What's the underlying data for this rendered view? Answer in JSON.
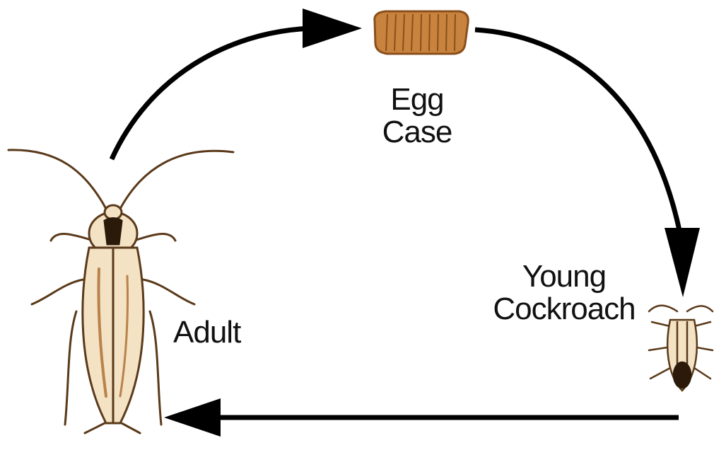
{
  "diagram": {
    "stages": {
      "egg_case": {
        "line1": "Egg",
        "line2": "Case"
      },
      "young": {
        "line1": "Young",
        "line2": "Cockroach"
      },
      "adult": {
        "label": "Adult"
      }
    },
    "colors": {
      "arrow": "#000000",
      "body_fill": "#f3e2c4",
      "body_stroke": "#5a3a1a",
      "egg_fill": "#c8843e",
      "egg_stroke": "#8a4f1c",
      "text": "#111111"
    },
    "icons": [
      "adult-cockroach-icon",
      "egg-case-icon",
      "young-cockroach-icon",
      "cycle-arrows"
    ]
  }
}
